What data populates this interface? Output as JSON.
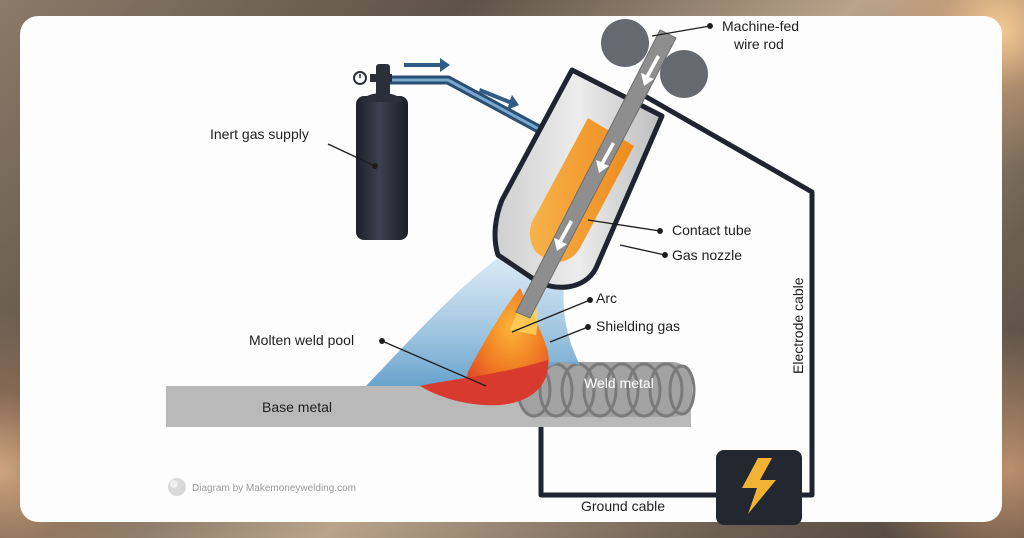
{
  "diagram": {
    "labels": {
      "wire_feed": [
        "Machine-fed",
        "wire rod"
      ],
      "gas_supply": "Inert gas supply",
      "contact_tube": "Contact tube",
      "gas_nozzle": "Gas nozzle",
      "electrode_cable": "Electrode cable",
      "arc": "Arc",
      "shielding_gas": "Shielding gas",
      "molten_pool": "Molten weld pool",
      "weld_metal": "Weld metal",
      "base_metal": "Base metal",
      "ground_cable": "Ground cable"
    },
    "credit": "Diagram by Makemoneywelding.com"
  },
  "colors": {
    "cable": "#1f2430",
    "cylinder": "#2b2f3a",
    "gas_line": "#2f5d86",
    "nozzle_fill": "#d9d9d9",
    "contact_tube": "#f39a2a",
    "shielding_gas": "#7fb3d6",
    "molten_pool": "#e0462a",
    "arc_orange": "#f59a27",
    "base_metal": "#b7b7b7",
    "weld_metal": "#9b9b9b",
    "power_source": "#222730",
    "bolt": "#f2b233"
  }
}
